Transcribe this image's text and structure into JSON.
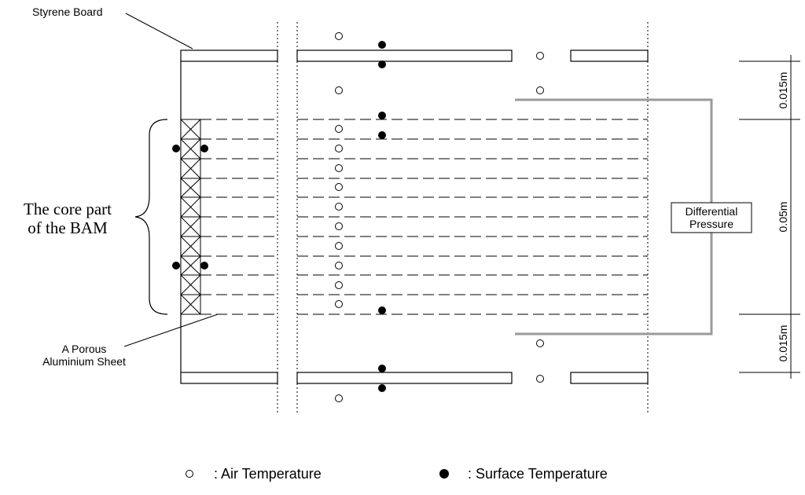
{
  "labels": {
    "styrene_board": "Styrene Board",
    "porous_sheet_line1": "A Porous",
    "porous_sheet_line2": "Aluminium Sheet",
    "core_line1": "The core part",
    "core_line2": "of the BAM",
    "differential_line1": "Differential",
    "differential_line2": "Pressure"
  },
  "dimensions": {
    "top": "0.015m",
    "middle": "0.05m",
    "bottom": "0.015m"
  },
  "legend": {
    "air_temperature": ": Air Temperature",
    "surface_temperature": ": Surface Temperature"
  },
  "colors": {
    "line": "#000000",
    "pressure_tube": "#9a9a9a",
    "background": "#ffffff"
  }
}
